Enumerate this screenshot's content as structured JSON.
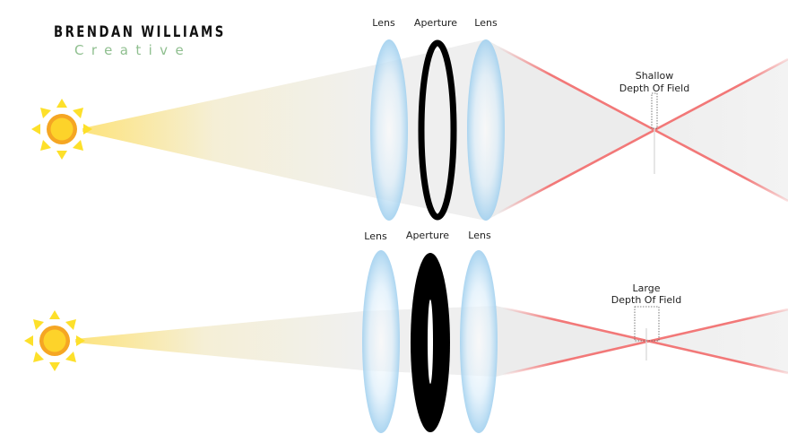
{
  "brand": {
    "title": "BRENDAN WILLIAMS",
    "subtitle": "Creative",
    "subtitle_color": "#8fbf8f"
  },
  "top_diagram": {
    "labels": {
      "lens_left": "Lens",
      "aperture": "Aperture",
      "lens_right": "Lens"
    },
    "aperture_state": "wide open (thin ring)",
    "dof_label_line1": "Shallow",
    "dof_label_line2": "Depth Of Field"
  },
  "bottom_diagram": {
    "labels": {
      "lens_left": "Lens",
      "aperture": "Aperture",
      "lens_right": "Lens"
    },
    "aperture_state": "stopped down (thick ring)",
    "dof_label_line1": "Large",
    "dof_label_line2": "Depth Of Field"
  },
  "icons": {
    "light_source": "sun-icon"
  },
  "colors": {
    "sun_outer": "#f5a623",
    "sun_inner": "#fdd32a",
    "sun_rays": "#fde02a",
    "beam_warm": "#fbe7a0",
    "beam_gray": "#eeeeee",
    "lens_blue": "#a8d4ef",
    "aperture": "#000000",
    "focus_lines": "#f27878"
  }
}
